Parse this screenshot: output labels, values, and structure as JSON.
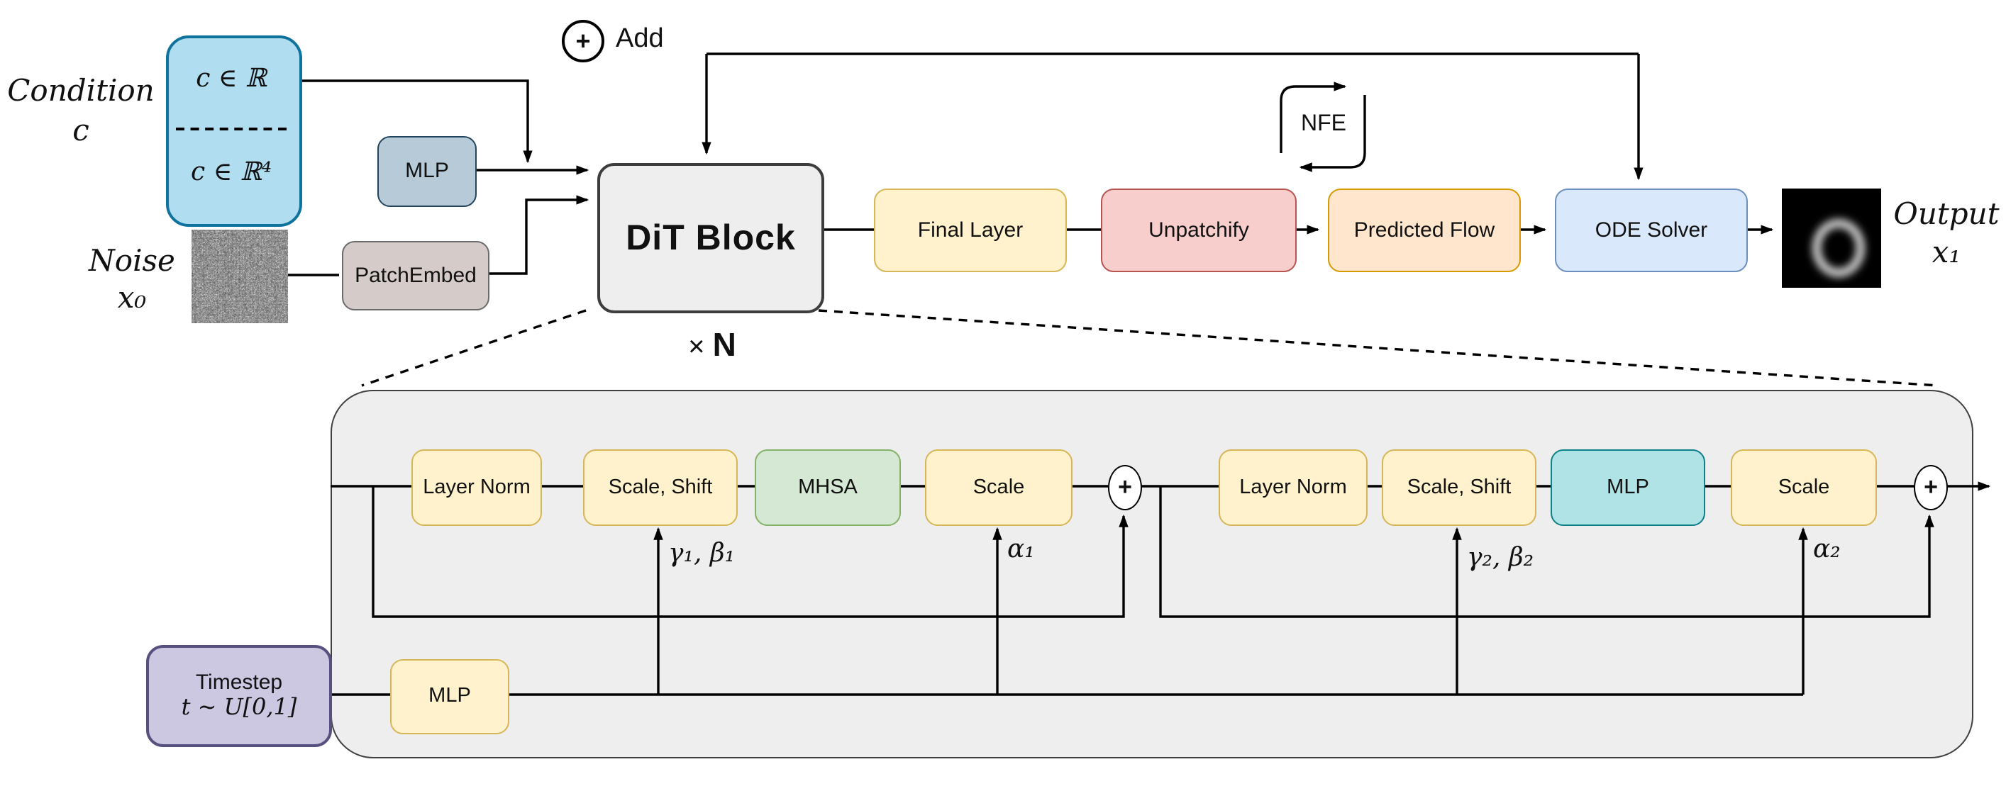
{
  "legend": {
    "add_label": "Add",
    "plus": "+"
  },
  "condition": {
    "label_line1": "Condition",
    "label_line2": "c",
    "top_value": "c ∈ ℝ",
    "bottom_value": "c ∈ ℝ⁴"
  },
  "noise": {
    "label_line1": "Noise",
    "label_line2": "x₀"
  },
  "pipeline": {
    "cond_mlp": "MLP",
    "patch_embed": "PatchEmbed",
    "dit_block": "DiT Block",
    "repeat_times": "×",
    "repeat_n": "N",
    "final_layer": "Final Layer",
    "unpatchify": "Unpatchify",
    "nfe": "NFE",
    "predicted_flow": "Predicted Flow",
    "ode_solver": "ODE Solver"
  },
  "output": {
    "label_line1": "Output",
    "label_line2": "x₁"
  },
  "dit_detail": {
    "attention_branch": {
      "layer_norm": "Layer Norm",
      "scale_shift": "Scale, Shift",
      "mhsa": "MHSA",
      "scale": "Scale",
      "gamma_beta": "γ₁, β₁",
      "alpha": "α₁",
      "plus": "+"
    },
    "mlp_branch": {
      "layer_norm": "Layer Norm",
      "scale_shift": "Scale, Shift",
      "mlp": "MLP",
      "scale": "Scale",
      "gamma_beta": "γ₂, β₂",
      "alpha": "α₂",
      "plus": "+"
    },
    "timestep": {
      "line1": "Timestep",
      "line2": "t ∼ U[0,1]",
      "mlp": "MLP"
    }
  },
  "colors": {
    "condition_fill": "#b1ddf0",
    "condition_border": "#10739e",
    "cond_mlp_fill": "#b7cad7",
    "cond_mlp_border": "#23445d",
    "patch_embed_fill": "#d5cbc9",
    "patch_embed_border": "#6b6b6b",
    "dit_fill": "#eeeeee",
    "dit_border": "#3d3d3d",
    "yellow_fill": "#fff2cc",
    "yellow_border": "#d6b656",
    "unpatchify_fill": "#f8cecc",
    "unpatchify_border": "#b85450",
    "predicted_flow_fill": "#ffe6cc",
    "predicted_flow_border": "#d79b00",
    "ode_fill": "#dae8fc",
    "ode_border": "#6c8ebf",
    "mhsa_fill": "#d5e8d4",
    "mhsa_border": "#82b366",
    "mlp_teal_fill": "#b0e3e6",
    "mlp_teal_border": "#0e8088",
    "timestep_fill": "#ccc8e1",
    "timestep_border": "#56517e",
    "panel_fill": "#eeeeee",
    "line": "#000000"
  }
}
